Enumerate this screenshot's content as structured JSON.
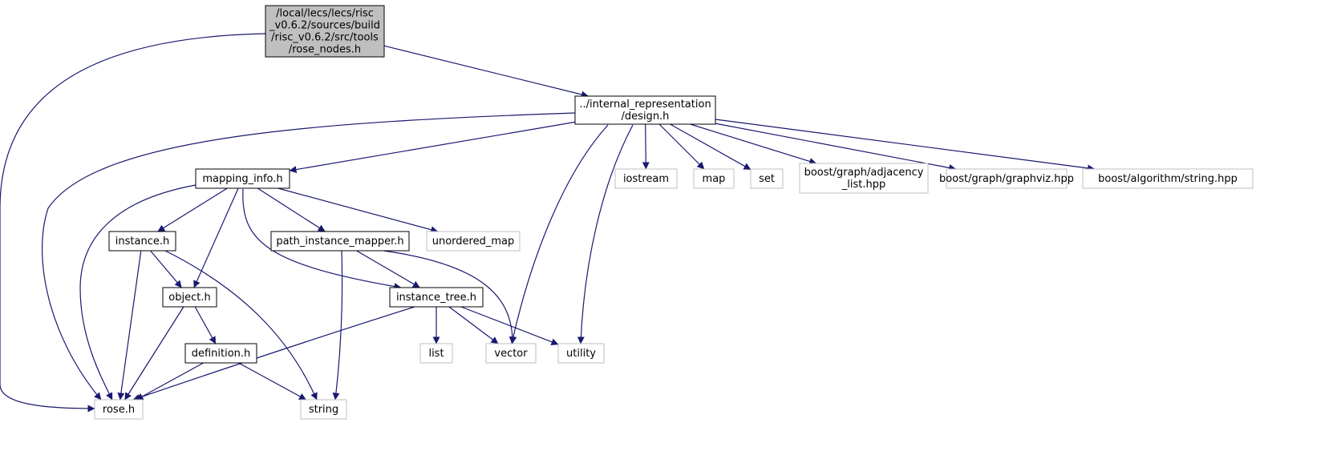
{
  "colors": {
    "edge": "#191970",
    "root_fill": "#bfbfbf",
    "node_stroke": "#000000",
    "external_stroke": "#bfbfbf",
    "node_fill": "#ffffff"
  },
  "nodes": [
    {
      "id": "root",
      "kind": "root",
      "lines": [
        "/local/lecs/lecs/risc",
        "_v0.6.2/sources/build",
        "/risc_v0.6.2/src/tools",
        "/rose_nodes.h"
      ]
    },
    {
      "id": "design",
      "kind": "internal",
      "lines": [
        "../internal_representation",
        "/design.h"
      ]
    },
    {
      "id": "mapping_info",
      "kind": "internal",
      "lines": [
        "mapping_info.h"
      ]
    },
    {
      "id": "iostream",
      "kind": "external",
      "lines": [
        "iostream"
      ]
    },
    {
      "id": "map",
      "kind": "external",
      "lines": [
        "map"
      ]
    },
    {
      "id": "set",
      "kind": "external",
      "lines": [
        "set"
      ]
    },
    {
      "id": "adjacency",
      "kind": "external",
      "lines": [
        "boost/graph/adjacency",
        "_list.hpp"
      ]
    },
    {
      "id": "graphviz",
      "kind": "external",
      "lines": [
        "boost/graph/graphviz.hpp"
      ]
    },
    {
      "id": "algostring",
      "kind": "external",
      "lines": [
        "boost/algorithm/string.hpp"
      ]
    },
    {
      "id": "instance",
      "kind": "internal",
      "lines": [
        "instance.h"
      ]
    },
    {
      "id": "pim",
      "kind": "internal",
      "lines": [
        "path_instance_mapper.h"
      ]
    },
    {
      "id": "unordered_map",
      "kind": "external",
      "lines": [
        "unordered_map"
      ]
    },
    {
      "id": "object",
      "kind": "internal",
      "lines": [
        "object.h"
      ]
    },
    {
      "id": "instance_tree",
      "kind": "internal",
      "lines": [
        "instance_tree.h"
      ]
    },
    {
      "id": "definition",
      "kind": "internal",
      "lines": [
        "definition.h"
      ]
    },
    {
      "id": "list",
      "kind": "external",
      "lines": [
        "list"
      ]
    },
    {
      "id": "vector",
      "kind": "external",
      "lines": [
        "vector"
      ]
    },
    {
      "id": "utility",
      "kind": "external",
      "lines": [
        "utility"
      ]
    },
    {
      "id": "rose",
      "kind": "external",
      "lines": [
        "rose.h"
      ]
    },
    {
      "id": "string",
      "kind": "external",
      "lines": [
        "string"
      ]
    }
  ],
  "edges": [
    {
      "from": "root",
      "to": "rose"
    },
    {
      "from": "root",
      "to": "design"
    },
    {
      "from": "design",
      "to": "rose"
    },
    {
      "from": "design",
      "to": "mapping_info"
    },
    {
      "from": "design",
      "to": "vector"
    },
    {
      "from": "design",
      "to": "utility"
    },
    {
      "from": "design",
      "to": "iostream"
    },
    {
      "from": "design",
      "to": "map"
    },
    {
      "from": "design",
      "to": "set"
    },
    {
      "from": "design",
      "to": "adjacency"
    },
    {
      "from": "design",
      "to": "graphviz"
    },
    {
      "from": "design",
      "to": "algostring"
    },
    {
      "from": "mapping_info",
      "to": "rose"
    },
    {
      "from": "mapping_info",
      "to": "instance"
    },
    {
      "from": "mapping_info",
      "to": "object"
    },
    {
      "from": "mapping_info",
      "to": "instance_tree"
    },
    {
      "from": "mapping_info",
      "to": "pim"
    },
    {
      "from": "mapping_info",
      "to": "unordered_map"
    },
    {
      "from": "instance",
      "to": "rose"
    },
    {
      "from": "instance",
      "to": "object"
    },
    {
      "from": "instance",
      "to": "string"
    },
    {
      "from": "pim",
      "to": "string"
    },
    {
      "from": "pim",
      "to": "instance_tree"
    },
    {
      "from": "pim",
      "to": "vector"
    },
    {
      "from": "object",
      "to": "rose"
    },
    {
      "from": "object",
      "to": "definition"
    },
    {
      "from": "instance_tree",
      "to": "rose"
    },
    {
      "from": "instance_tree",
      "to": "list"
    },
    {
      "from": "instance_tree",
      "to": "vector"
    },
    {
      "from": "instance_tree",
      "to": "utility"
    },
    {
      "from": "definition",
      "to": "rose"
    },
    {
      "from": "definition",
      "to": "string"
    }
  ]
}
